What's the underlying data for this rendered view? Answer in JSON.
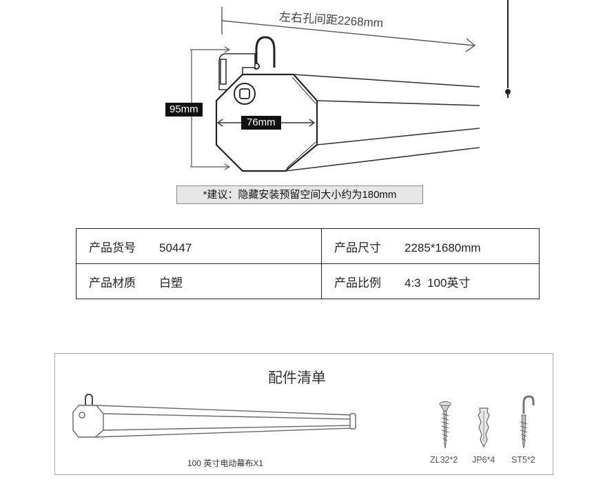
{
  "diagram": {
    "spacing_label": "左右孔间距2268mm",
    "height_label": "95mm",
    "width_label": "76mm",
    "hint": "*建议：隐藏安装预留空间大小约为180mm"
  },
  "specs": [
    [
      {
        "key": "产品货号",
        "value": "50447"
      },
      {
        "key": "产品尺寸",
        "value": "2285*1680mm"
      }
    ],
    [
      {
        "key": "产品材质",
        "value": "白塑"
      },
      {
        "key": "产品比例",
        "value": "4:3  100英寸"
      }
    ]
  ],
  "accessories": {
    "title": "配件清单",
    "main_item": "100 英寸电动幕布X1",
    "parts": [
      "ZL32*2",
      "JP6*4",
      "ST5*2"
    ]
  }
}
